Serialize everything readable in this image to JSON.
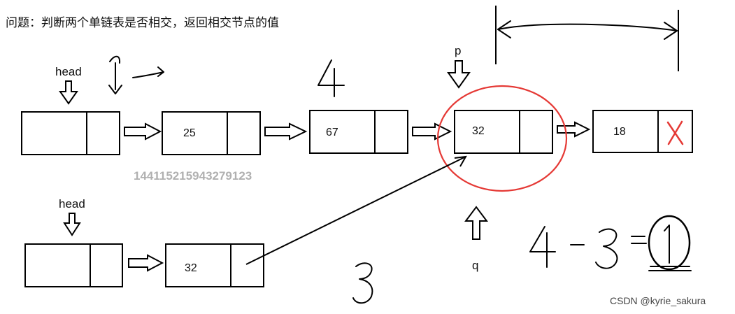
{
  "title": "问题：判断两个单链表是否相交，返回相交节点的值",
  "list1": {
    "head_label": "head",
    "nodes": [
      "",
      "25",
      "67",
      "32",
      "18"
    ],
    "tail_marker": "X"
  },
  "list2": {
    "head_label": "head",
    "nodes": [
      "",
      "32"
    ]
  },
  "pointers": {
    "p": "p",
    "q": "q"
  },
  "number_watermark": "1441152159432791​23",
  "handwriting": {
    "length1": "4",
    "length2": "3",
    "equation": "4-3=1"
  },
  "colors": {
    "intersection_circle": "#e53935",
    "tail_x": "#e53935",
    "watermark": "#b0b0b0"
  },
  "watermark": "CSDN @kyrie_sakura"
}
